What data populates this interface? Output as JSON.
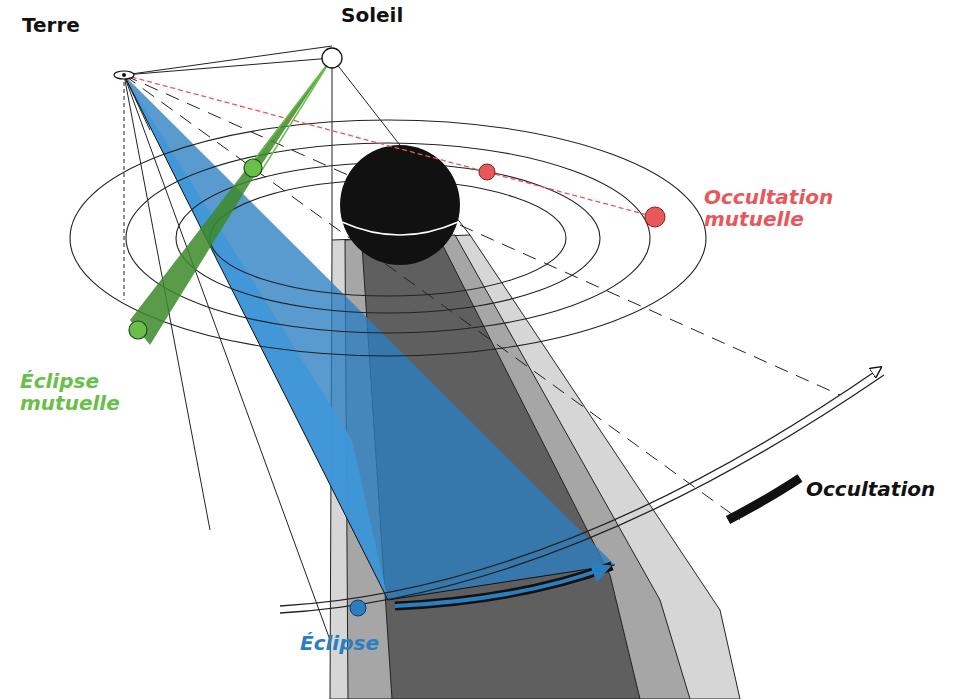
{
  "diagram": {
    "labels": [
      "Terre",
      "Soleil",
      "Occultation mutuelle",
      "Éclipse mutuelle",
      "Occultation",
      "Éclipse"
    ]
  }
}
